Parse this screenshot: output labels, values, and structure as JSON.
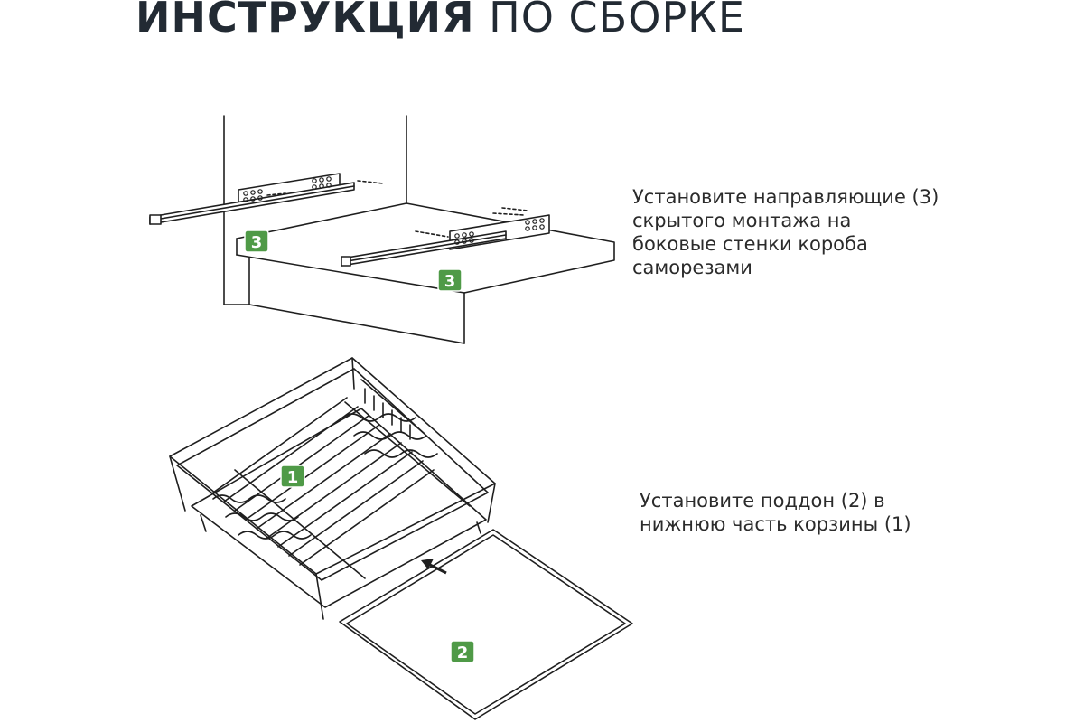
{
  "header": {
    "title_bold": "ИНСТРУКЦИЯ",
    "title_regular": "ПО СБОРКЕ"
  },
  "steps": [
    {
      "lines": [
        "Установите направляющие (3)",
        "скрытого монтажа на",
        "боковые стенки короба",
        "саморезами"
      ]
    },
    {
      "lines": [
        "Установите поддон (2) в",
        "нижнюю часть корзины (1)"
      ]
    }
  ],
  "badges": {
    "rail_left": "3",
    "rail_right": "3",
    "basket": "1",
    "tray": "2"
  },
  "colors": {
    "badge_green": "#4f9a47",
    "line": "#1f1f1f",
    "title": "#222a33"
  }
}
